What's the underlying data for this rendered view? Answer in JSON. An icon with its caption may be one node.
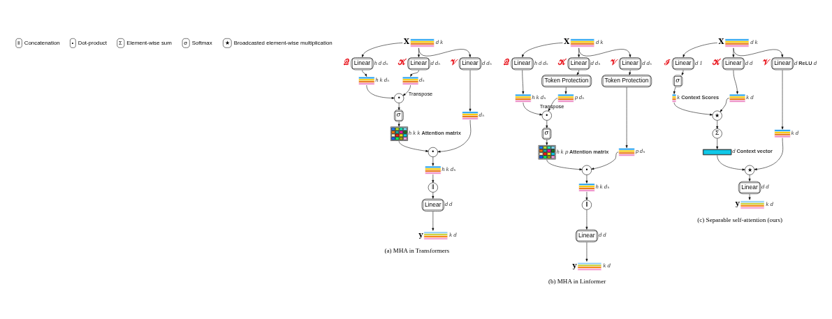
{
  "diagram": {
    "nodes": [
      {
        "text": [
          "X"
        ],
        "beside": [
          "d",
          "k"
        ]
      },
      {
        "text": [
          "Linear"
        ],
        "beside": [
          "𝒬",
          "h",
          "d",
          "dₕ"
        ]
      },
      {
        "text": [
          "Linear"
        ],
        "beside": [
          "𝒦",
          "d",
          "dₕ"
        ]
      },
      {
        "text": [
          "Linear"
        ],
        "beside": [
          "𝒱",
          "d",
          "dₕ"
        ]
      },
      {
        "text": [],
        "shape": "bar",
        "beside": [
          "h",
          "k",
          "dₕ"
        ]
      },
      {
        "text": [],
        "shape": "bar",
        "beside": [
          "dₕ"
        ]
      },
      {
        "text": [],
        "shape": "bar",
        "beside": [
          "dₕ"
        ]
      },
      {
        "text": [
          "•"
        ]
      },
      {
        "text": [
          "σ"
        ]
      },
      {
        "text": [],
        "shape": "box",
        "beside": [
          "h",
          "k",
          "k",
          "Attention matrix"
        ]
      },
      {
        "text": [
          "•"
        ]
      },
      {
        "text": [],
        "shape": "bar",
        "beside": [
          "h",
          "k",
          "dₕ"
        ]
      },
      {
        "text": [
          "‖"
        ]
      },
      {
        "text": [
          "Linear"
        ],
        "beside": [
          "d",
          "d"
        ]
      },
      {
        "text": [
          "y"
        ],
        "beside": [
          "k",
          "d"
        ]
      },
      {
        "text": [
          "X"
        ],
        "beside": [
          "d",
          "k"
        ]
      },
      {
        "text": [
          "Linear"
        ],
        "beside": [
          "𝒬",
          "h",
          "d",
          "dₕ"
        ]
      },
      {
        "text": [
          "Linear"
        ],
        "beside": [
          "𝒦",
          "d",
          "dₕ"
        ]
      },
      {
        "text": [
          "Linear"
        ],
        "beside": [
          "𝒱",
          "d",
          "dₕ"
        ]
      },
      {
        "text": [
          "Token Protection"
        ]
      },
      {
        "text": [
          "Token Protection"
        ]
      },
      {
        "text": [],
        "shape": "bar",
        "beside": [
          "h",
          "k",
          "dₕ"
        ]
      },
      {
        "text": [],
        "shape": "bar",
        "beside": [
          "p",
          "dₕ"
        ]
      },
      {
        "text": [],
        "shape": "bar",
        "beside": [
          "p",
          "dₕ"
        ]
      },
      {
        "text": [
          "•"
        ]
      },
      {
        "text": [
          "σ"
        ]
      },
      {
        "text": [],
        "shape": "box",
        "beside": [
          "h",
          "k",
          "p",
          "Attention matrix"
        ]
      },
      {
        "text": [
          "•"
        ]
      },
      {
        "text": [],
        "shape": "bar",
        "beside": [
          "h",
          "k",
          "dₕ"
        ]
      },
      {
        "text": [
          "‖"
        ]
      },
      {
        "text": [
          "Linear"
        ],
        "beside": [
          "d",
          "d"
        ]
      },
      {
        "text": [
          "y"
        ],
        "beside": [
          "k",
          "d"
        ]
      },
      {
        "text": [
          "X"
        ],
        "beside": [
          "d",
          "k"
        ]
      },
      {
        "text": [
          "Linear"
        ],
        "beside": [
          "ℐ",
          "d",
          "1"
        ]
      },
      {
        "text": [
          "Linear"
        ],
        "beside": [
          "𝒦",
          "d",
          "d"
        ]
      },
      {
        "text": [
          "Linear"
        ],
        "beside": [
          "𝒱",
          "d",
          "ReLU",
          "d"
        ]
      },
      {
        "text": [
          "σ"
        ]
      },
      {
        "text": [],
        "shape": "bar",
        "beside": [
          "k",
          "Context Scores"
        ]
      },
      {
        "text": [],
        "shape": "bar",
        "beside": [
          "k",
          "d"
        ]
      },
      {
        "text": [],
        "shape": "bar",
        "beside": [
          "k",
          "d"
        ]
      },
      {
        "text": [
          "★"
        ]
      },
      {
        "text": [
          "Σ"
        ]
      },
      {
        "text": [],
        "shape": "bar",
        "beside": [
          "d",
          "Context vector"
        ]
      },
      {
        "text": [
          "★"
        ]
      },
      {
        "text": [
          "Linear"
        ],
        "beside": [
          "d",
          "d"
        ]
      },
      {
        "text": [
          "y"
        ],
        "beside": [
          "k",
          "d"
        ]
      },
      {
        "text": [
          "★"
        ],
        "beside": [
          "Broadcasted element-wise multiplication"
        ]
      },
      {
        "text": [
          "σ"
        ],
        "beside": [
          "Softmax"
        ]
      },
      {
        "text": [
          "Σ"
        ],
        "beside": [
          "Element-wise sum"
        ]
      },
      {
        "text": [
          "•"
        ],
        "beside": [
          "Dot-product"
        ]
      },
      {
        "text": [
          "‖"
        ],
        "beside": [
          "Concatenation"
        ]
      }
    ],
    "edges": [
      {
        "from": 0,
        "to": 1,
        "arrow": "to"
      },
      {
        "from": 0,
        "to": 2,
        "arrow": "to"
      },
      {
        "from": 0,
        "to": 3,
        "arrow": "to"
      },
      {
        "from": 1,
        "to": 4,
        "arrow": "to"
      },
      {
        "from": 2,
        "to": 5,
        "arrow": "to"
      },
      {
        "from": 3,
        "to": 6,
        "arrow": "to"
      },
      {
        "from": 4,
        "to": 7,
        "arrow": "to"
      },
      {
        "from": 5,
        "to": 7,
        "arrow": "to",
        "label": "Transpose"
      },
      {
        "from": 7,
        "to": 8,
        "arrow": "to"
      },
      {
        "from": 8,
        "to": 9,
        "arrow": "to"
      },
      {
        "from": 9,
        "to": 10,
        "arrow": "to"
      },
      {
        "from": 6,
        "to": 10,
        "arrow": "to"
      },
      {
        "from": 10,
        "to": 11,
        "arrow": "to"
      },
      {
        "from": 11,
        "to": 12,
        "arrow": "to"
      },
      {
        "from": 12,
        "to": 13,
        "arrow": "to"
      },
      {
        "from": 13,
        "to": 14,
        "arrow": "to"
      },
      {
        "from": 15,
        "to": 16,
        "arrow": "to"
      },
      {
        "from": 15,
        "to": 17,
        "arrow": "to"
      },
      {
        "from": 15,
        "to": 18,
        "arrow": "to"
      },
      {
        "from": 16,
        "to": 21,
        "arrow": "to"
      },
      {
        "from": 17,
        "to": 19,
        "arrow": "to"
      },
      {
        "from": 18,
        "to": 20,
        "arrow": "to"
      },
      {
        "from": 19,
        "to": 22,
        "arrow": "to"
      },
      {
        "from": 20,
        "to": 23,
        "arrow": "to"
      },
      {
        "from": 21,
        "to": 24,
        "arrow": "to"
      },
      {
        "from": 22,
        "to": 24,
        "arrow": "to",
        "label": "Transpose"
      },
      {
        "from": 24,
        "to": 25,
        "arrow": "to"
      },
      {
        "from": 25,
        "to": 26,
        "arrow": "to"
      },
      {
        "from": 26,
        "to": 27,
        "arrow": "to"
      },
      {
        "from": 23,
        "to": 27,
        "arrow": "to"
      },
      {
        "from": 27,
        "to": 28,
        "arrow": "to"
      },
      {
        "from": 28,
        "to": 29,
        "arrow": "to"
      },
      {
        "from": 29,
        "to": 30,
        "arrow": "to"
      },
      {
        "from": 30,
        "to": 31,
        "arrow": "to"
      },
      {
        "from": 32,
        "to": 33,
        "arrow": "to"
      },
      {
        "from": 32,
        "to": 34,
        "arrow": "to"
      },
      {
        "from": 32,
        "to": 35,
        "arrow": "to"
      },
      {
        "from": 33,
        "to": 36,
        "arrow": "to"
      },
      {
        "from": 36,
        "to": 37,
        "arrow": "to"
      },
      {
        "from": 34,
        "to": 38,
        "arrow": "to"
      },
      {
        "from": 35,
        "to": 39,
        "arrow": "to"
      },
      {
        "from": 37,
        "to": 40,
        "arrow": "to"
      },
      {
        "from": 38,
        "to": 40,
        "arrow": "to"
      },
      {
        "from": 40,
        "to": 41,
        "arrow": "to"
      },
      {
        "from": 41,
        "to": 42,
        "arrow": "to"
      },
      {
        "from": 42,
        "to": 43,
        "arrow": "to"
      },
      {
        "from": 39,
        "to": 43,
        "arrow": "to"
      },
      {
        "from": 43,
        "to": 44,
        "arrow": "to"
      },
      {
        "from": 44,
        "to": 45,
        "arrow": "to"
      }
    ],
    "labels": [
      "(a) MHA in Transformers",
      "(b) MHA in Linformer",
      "(c) Separable self-attention (ours)"
    ]
  }
}
